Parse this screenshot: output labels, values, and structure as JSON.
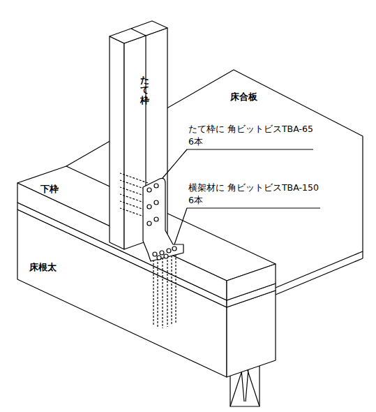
{
  "diagram": {
    "labels": [
      "たて枠",
      "床合板",
      "たて枠に 角ビットビスTBA-65 6本",
      "横架材に 角ビットビスTBA-150 6本",
      "下枠",
      "床根太"
    ]
  }
}
